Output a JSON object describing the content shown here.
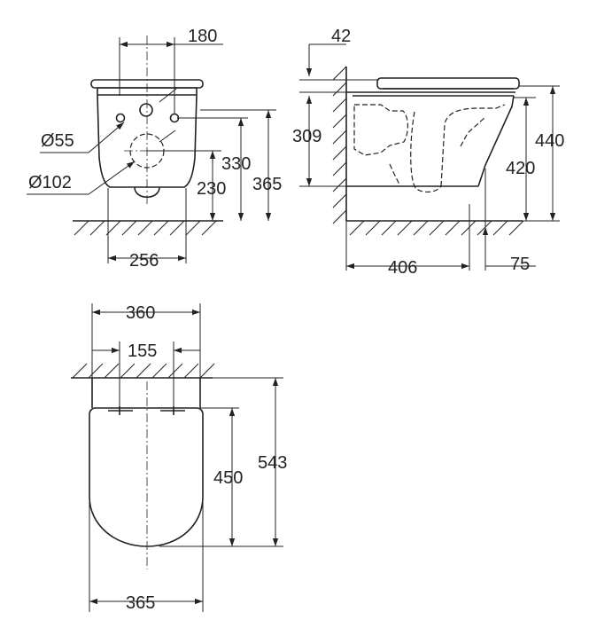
{
  "drawing": {
    "front_view": {
      "width_top": "180",
      "hole_diameter": "Ø55",
      "outlet_diameter": "Ø102",
      "height_330": "330",
      "height_230": "230",
      "height_365": "365",
      "width_bottom": "256"
    },
    "side_view": {
      "wall_offset": "42",
      "height_309": "309",
      "height_440": "440",
      "height_420": "420",
      "depth": "406",
      "front_offset": "75"
    },
    "top_view": {
      "width_360": "360",
      "width_155": "155",
      "depth_450": "450",
      "depth_543": "543",
      "width_365": "365"
    }
  }
}
